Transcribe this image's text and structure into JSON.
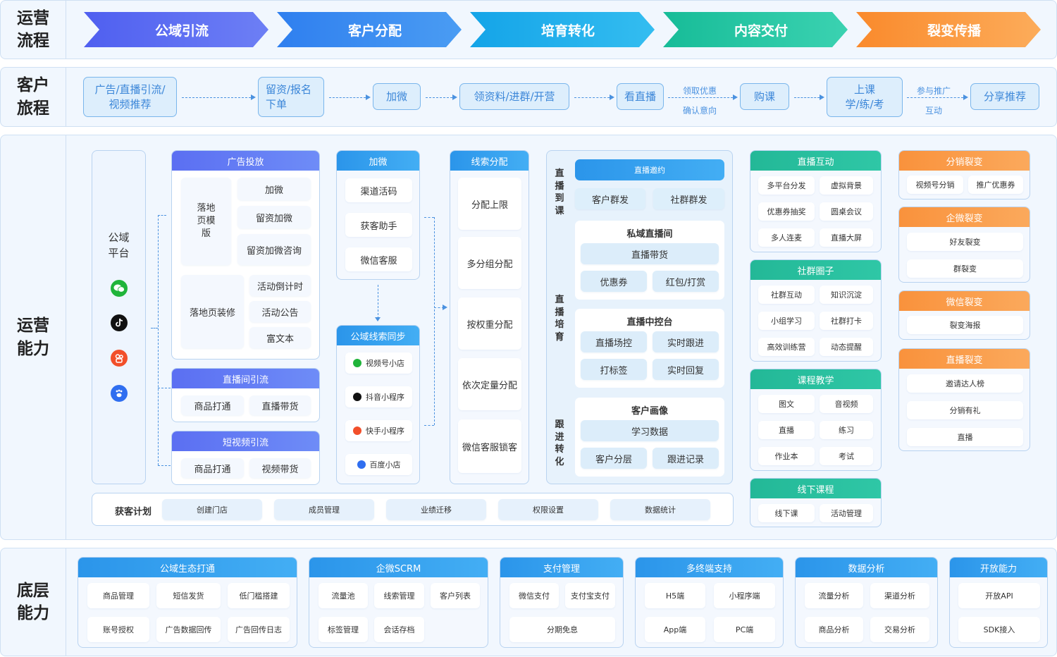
{
  "rows": {
    "flow": "运营\n流程",
    "journey": "客户\n旅程",
    "capability": "运营\n能力",
    "base": "底层\n能力"
  },
  "flow_steps": [
    "公域引流",
    "客户分配",
    "培育转化",
    "内容交付",
    "裂变传播"
  ],
  "flow_colors": [
    "#5a6cf1",
    "#3d8ff0",
    "#22aee9",
    "#2bc7a8",
    "#fb9238"
  ],
  "journey": {
    "steps": [
      "广告/直播引流/\n视频推荐",
      "留资/报名\n下单",
      "加微",
      "领资料/进群/开营",
      "看直播",
      "购课",
      "上课\n学/练/考",
      "分享推荐"
    ],
    "note1": "领取优惠\n确认意向",
    "note2": "参与推广\n互动"
  },
  "platform": {
    "label": "公域\n平台",
    "logos": [
      "wechat-logo",
      "douyin-logo",
      "kuaishou-logo",
      "baidu-logo"
    ]
  },
  "ads": {
    "title": "广告投放",
    "landing": "落地\n页模\n版",
    "landing_items": [
      "加微",
      "留资加微",
      "留资加微咨询"
    ],
    "decor": "落地页装修",
    "decor_items": [
      "活动倒计时",
      "活动公告",
      "富文本"
    ]
  },
  "live_ads": {
    "title": "直播间引流",
    "items": [
      "商品打通",
      "直播带货"
    ]
  },
  "video_ads": {
    "title": "短视频引流",
    "items": [
      "商品打通",
      "视频带货"
    ]
  },
  "addwx": {
    "title": "加微",
    "items": [
      "渠道活码",
      "获客助手",
      "微信客服"
    ]
  },
  "sync": {
    "title": "公域线索同步",
    "items": [
      "视频号小店",
      "抖音小程序",
      "快手小程序",
      "百度小店"
    ]
  },
  "leads": {
    "title": "线索分配",
    "items": [
      "分配上限",
      "多分组分配",
      "按权重分配",
      "依次定量分配",
      "微信客服锁客"
    ]
  },
  "conv": {
    "v1": "直播到课",
    "v2": "直播培育",
    "v3": "跟进转化",
    "invite": "直播邀约",
    "invite_items": [
      "客户群发",
      "社群群发"
    ],
    "room": "私域直播间",
    "room_items": [
      "直播带货",
      "优惠券",
      "红包/打赏"
    ],
    "console": "直播中控台",
    "console_items": [
      "直播场控",
      "实时跟进",
      "打标签",
      "实时回复"
    ],
    "profile": "客户画像",
    "profile_items": [
      "学习数据",
      "客户分层",
      "跟进记录"
    ]
  },
  "live_int": {
    "title": "直播互动",
    "items": [
      "多平台分发",
      "虚拟背景",
      "优惠券抽奖",
      "圆桌会议",
      "多人连麦",
      "直播大屏"
    ]
  },
  "community": {
    "title": "社群圈子",
    "items": [
      "社群互动",
      "知识沉淀",
      "小组学习",
      "社群打卡",
      "高效训练营",
      "动态提醒"
    ]
  },
  "course": {
    "title": "课程教学",
    "items": [
      "图文",
      "音视频",
      "直播",
      "练习",
      "作业本",
      "考试"
    ]
  },
  "offline": {
    "title": "线下课程",
    "items": [
      "线下课",
      "活动管理"
    ]
  },
  "fission": [
    {
      "title": "分销裂变",
      "items": [
        "视频号分销",
        "推广优惠券"
      ]
    },
    {
      "title": "企微裂变",
      "items": [
        "好友裂变",
        "群裂变"
      ]
    },
    {
      "title": "微信裂变",
      "items": [
        "裂变海报"
      ]
    },
    {
      "title": "直播裂变",
      "items": [
        "邀请达人榜",
        "分销有礼",
        "直播"
      ]
    }
  ],
  "plan": {
    "title": "获客计划",
    "items": [
      "创建门店",
      "成员管理",
      "业绩迁移",
      "权限设置",
      "数据统计"
    ]
  },
  "base": [
    {
      "title": "公域生态打通",
      "items": [
        "商品管理",
        "短信发货",
        "低门槛搭建",
        "账号授权",
        "广告数据回传",
        "广告回传日志"
      ]
    },
    {
      "title": "企微SCRM",
      "items": [
        "流量池",
        "线索管理",
        "客户列表",
        "标签管理",
        "会话存档"
      ]
    },
    {
      "title": "支付管理",
      "items": [
        "微信支付",
        "支付宝支付",
        "分期免息"
      ]
    },
    {
      "title": "多终端支持",
      "items": [
        "H5端",
        "小程序端",
        "App端",
        "PC端"
      ]
    },
    {
      "title": "数据分析",
      "items": [
        "流量分析",
        "渠道分析",
        "商品分析",
        "交易分析"
      ]
    },
    {
      "title": "开放能力",
      "items": [
        "开放API",
        "SDK接入"
      ]
    }
  ]
}
